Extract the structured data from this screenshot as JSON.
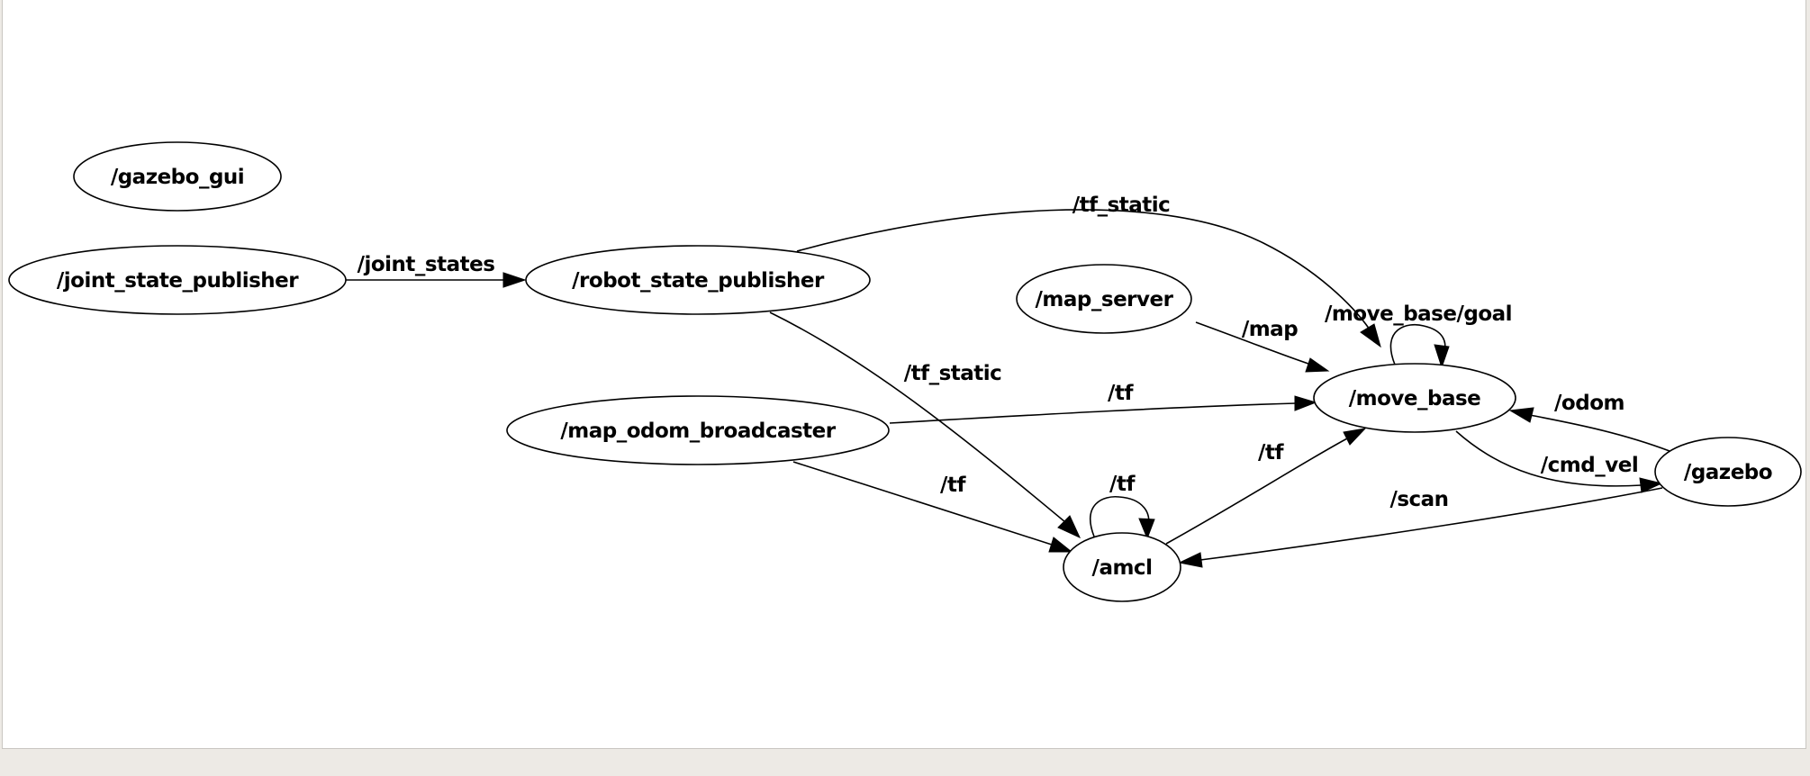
{
  "graph": {
    "nodes": {
      "gazebo_gui": "/gazebo_gui",
      "joint_state_publisher": "/joint_state_publisher",
      "robot_state_publisher": "/robot_state_publisher",
      "map_server": "/map_server",
      "map_odom_broadcaster": "/map_odom_broadcaster",
      "move_base": "/move_base",
      "amcl": "/amcl",
      "gazebo": "/gazebo"
    },
    "edges": {
      "joint_states": "/joint_states",
      "tf_static_top": "/tf_static",
      "tf_static_mid": "/tf_static",
      "map": "/map",
      "move_base_goal": "/move_base/goal",
      "tf_mob_movebase": "/tf",
      "tf_mob_amcl": "/tf",
      "tf_amcl_self": "/tf",
      "tf_amcl_movebase": "/tf",
      "odom": "/odom",
      "cmd_vel": "/cmd_vel",
      "scan": "/scan"
    }
  }
}
